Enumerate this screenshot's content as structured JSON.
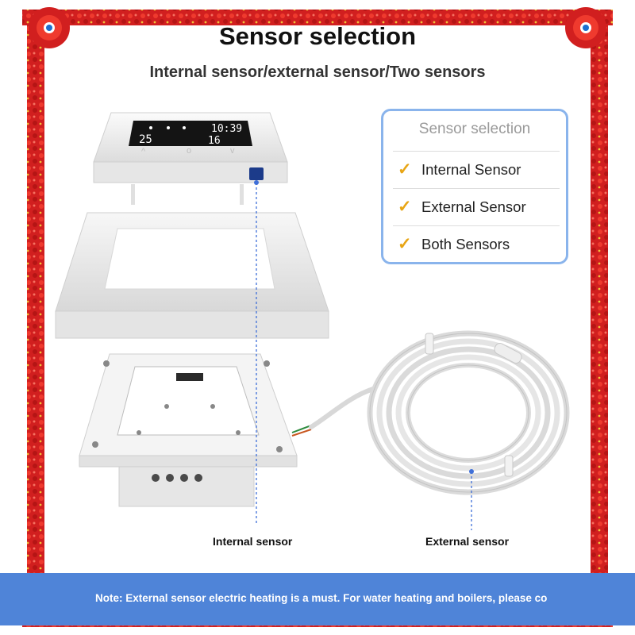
{
  "header": {
    "title": "Sensor selection",
    "subtitle": "Internal sensor/external sensor/Two sensors"
  },
  "device_display": {
    "time": "10:39",
    "temperature_left": "25",
    "temperature_right": "16",
    "nav_symbols": [
      "^",
      "o",
      "v"
    ]
  },
  "selection_panel": {
    "title": "Sensor selection",
    "items": [
      {
        "label": "Internal Sensor",
        "checked": true
      },
      {
        "label": "External Sensor",
        "checked": true
      },
      {
        "label": "Both Sensors",
        "checked": true
      }
    ],
    "check_color": "#e8a514",
    "border_color": "#8ab4ec"
  },
  "captions": {
    "internal": "Internal sensor",
    "external": "External sensor"
  },
  "note": {
    "text": "Note: External sensor electric heating is a must. For water heating and boilers, please co"
  },
  "colors": {
    "frame_red": "#d92020",
    "note_bar": "#4f84d8",
    "leader_line": "#3f6fd8"
  }
}
